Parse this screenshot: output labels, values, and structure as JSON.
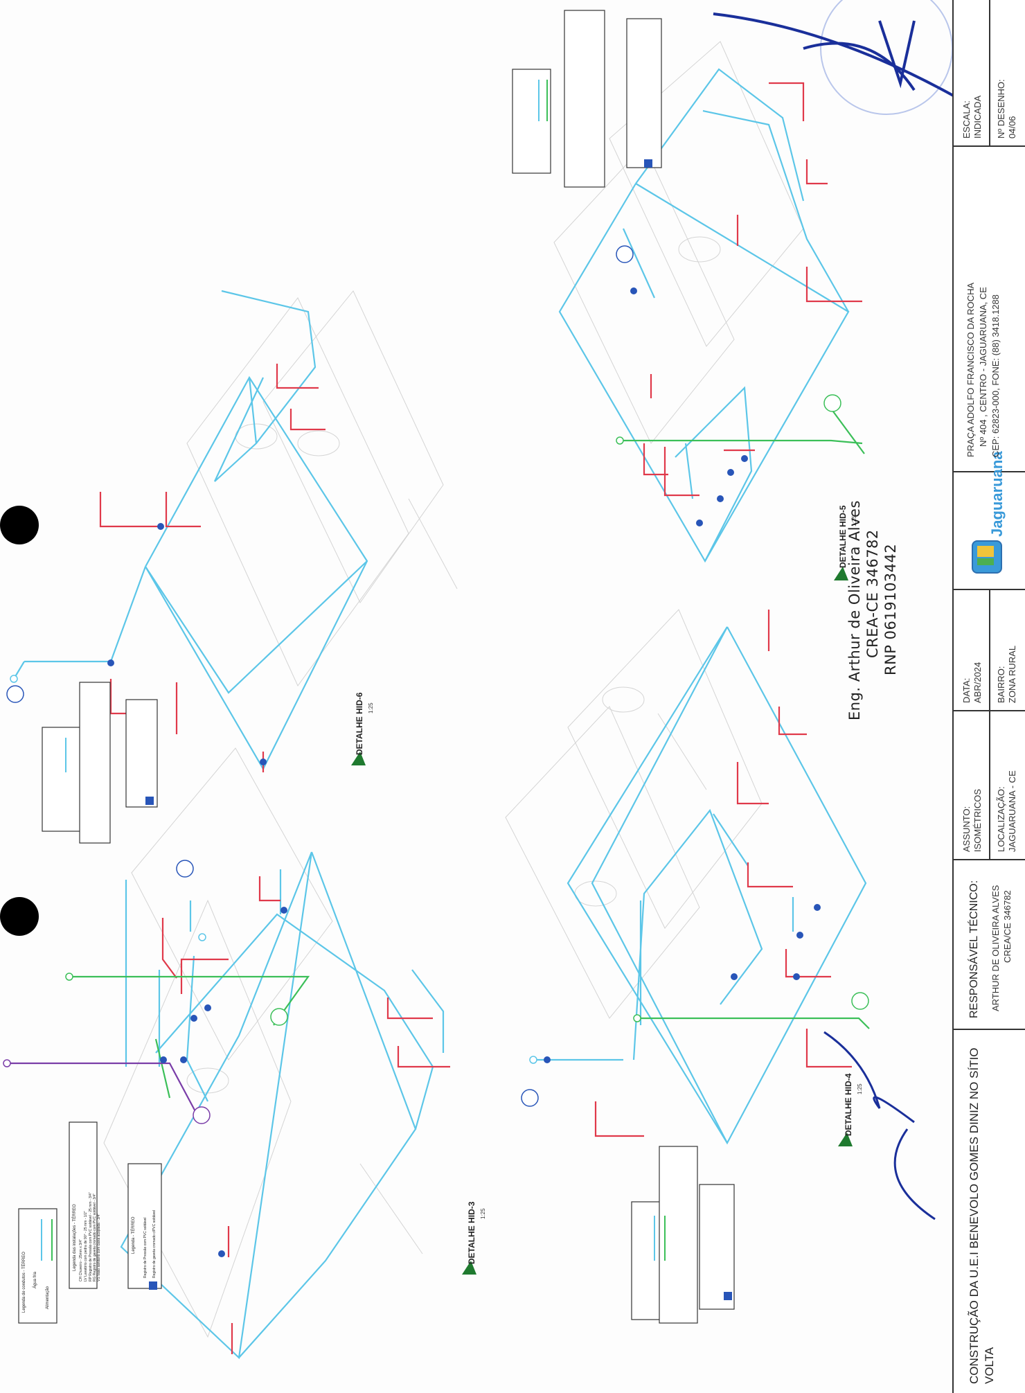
{
  "title_block": {
    "project": "CONSTRUÇÃO DA U.E.I BENEVOLO GOMES DINIZ NO SÍTIO",
    "project_line2": "VOLTA",
    "responsavel_label": "RESPONSÁVEL TÉCNICO:",
    "responsavel_name": "ARTHUR DE OLIVEIRA ALVES",
    "responsavel_crea": "CREA/CE 346782",
    "assunto_label": "ASSUNTO:",
    "assunto_value": "ISOMÉTRICOS",
    "localizacao_label": "LOCALIZAÇÃO:",
    "localizacao_value": "JAGUARUANA - CE",
    "data_label": "DATA:",
    "data_value": "ABR/2024",
    "bairro_label": "BAIRRO:",
    "bairro_value": "ZONA RURAL",
    "logo_text": "Jaguaruana",
    "address_line1": "PRAÇA ADOLFO FRANCISCO DA ROCHA",
    "address_line2": "Nº 404 , CENTRO - JAGUARUANA, CE",
    "address_line3": "CEP: 62823-000,  FONE: (88) 3418.1288",
    "escala_label": "ESCALA:",
    "escala_value": "INDICADA",
    "desenho_label": "Nº DESENHO:",
    "desenho_value": "04/06"
  },
  "engineer_stamp": {
    "line1": "Eng. Arthur de Oliveira Alves",
    "line2": "CREA-CE 346782",
    "line3": "RNP 0619103442"
  },
  "details": [
    {
      "title": "DETALHE HID-3",
      "scale": "1:25"
    },
    {
      "title": "DETALHE HID-4",
      "scale": "1:25"
    },
    {
      "title": "DETALHE HID-5",
      "scale": "1:25"
    },
    {
      "title": "DETALHE HID-6",
      "scale": "1:25"
    }
  ],
  "legend": {
    "conduits_title": "Legenda de condutos - TÉRREO",
    "conduits": [
      "Água fria",
      "Alimentação"
    ],
    "fixtures_title": "Legenda das instalações - TÉRREO",
    "fixtures": [
      "CH  Chuveiro - 25mm x 3/4\"",
      "LV  Lavatório com pedra de 90° - 25 mm - 1/2\"",
      "RP  Registro de Pressão com PVC soldável - 25 mm - 3/4\"",
      "RG  Registro de gaveta cromado com PVC soldável - 3/4\"",
      "VS  Vaso sanitário com caixa acoplada - 3/4\""
    ],
    "symbols_title": "Legenda - TÉRREO",
    "symbols": [
      "Registro de Pressão com PVC soldável",
      "Registro de gaveta cromado c/PVC soldável"
    ]
  },
  "colors": {
    "water_pipe": "#5cc6e8",
    "fixture_line": "#e0394a",
    "feed_line": "#3bbf58",
    "main_feed": "#7a3da8",
    "valve": "#2855b8",
    "stamp_blue": "#3a5fc8",
    "signature": "#1a2f9a"
  }
}
